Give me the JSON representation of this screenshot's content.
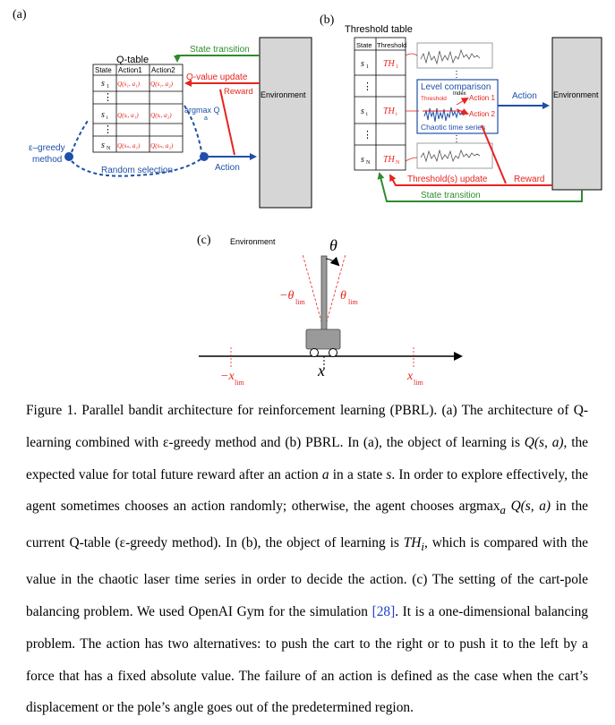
{
  "panels": {
    "a_label": "(a)",
    "b_label": "(b)",
    "c_label": "(c)"
  },
  "panel_a": {
    "qtable_title": "Q-table",
    "header": [
      "State",
      "Action1",
      "Action2"
    ],
    "rows": [
      {
        "state": "s",
        "sub": "1",
        "q1": "Q(s₁, a₁)",
        "q2": "Q(s₁, a₂)"
      },
      {
        "state": "⋮",
        "sub": "",
        "q1": "",
        "q2": ""
      },
      {
        "state": "s",
        "sub": "i",
        "q1": "Q(sᵢ, a₁)",
        "q2": "Q(sᵢ, a₂)"
      },
      {
        "state": "⋮",
        "sub": "",
        "q1": "",
        "q2": ""
      },
      {
        "state": "s",
        "sub": "N",
        "q1": "Q(sₙ, a₁)",
        "q2": "Q(sₙ, a₂)"
      }
    ],
    "state_transition": "State transition",
    "qvalue_update": "Q-value update",
    "reward": "Reward",
    "environment": "Environment",
    "argmax": "argmax Q",
    "argmax_sub": "a",
    "egreedy_line1": "ε–greedy",
    "egreedy_line2": "method",
    "random_selection": "Random selection",
    "action": "Action"
  },
  "panel_b": {
    "threshold_table_title": "Threshold table",
    "header": [
      "State",
      "Threshold"
    ],
    "rows": [
      {
        "state": "s",
        "sub": "1",
        "th": "TH",
        "thsub": "1"
      },
      {
        "state": "⋮",
        "sub": "",
        "th": "",
        "thsub": ""
      },
      {
        "state": "s",
        "sub": "i",
        "th": "TH",
        "thsub": "i"
      },
      {
        "state": "⋮",
        "sub": "",
        "th": "",
        "thsub": ""
      },
      {
        "state": "s",
        "sub": "N",
        "th": "TH",
        "thsub": "N"
      }
    ],
    "level_comparison": "Level comparison",
    "threshold": "Threshold",
    "index": "Index",
    "action1": "Action 1",
    "action2": "Action 2",
    "chaotic": "Chaotic time series",
    "action": "Action",
    "environment": "Environment",
    "thresholds_update": "Threshold(s) update",
    "reward": "Reward",
    "state_transition": "State transition"
  },
  "panel_c": {
    "environment": "Environment",
    "theta": "θ",
    "minus_theta": "−θ",
    "theta_sub": "lim",
    "x": "x",
    "minus_xlim": "−x",
    "xlim": "x",
    "x_sub": "lim"
  },
  "caption": {
    "p1": "Figure 1. Parallel bandit architecture for reinforcement learning (PBRL). (a) The architecture of Q-learning combined with ε-greedy method and (b) PBRL. In (a), the object of learning is ",
    "q_sa": "Q(s, a)",
    "p2": ", the expected value for total future reward after an action ",
    "a": "a",
    "p3": " in a state ",
    "s": "s",
    "p4": ". In order to explore effectively, the agent sometimes chooses an action randomly; otherwise, the agent chooses argmax",
    "argmax_sub": "a",
    "p5": " ",
    "q_sa2": "Q(s, a)",
    "p6": " in the current Q-table (ε-greedy method). In (b), the object of learning is ",
    "th": "TH",
    "th_sub": "i",
    "p7": ", which is compared with the value in the chaotic laser time series in order to decide the action. (c) The setting of the cart-pole balancing problem. We used OpenAI Gym for the simulation ",
    "ref": "[28]",
    "p8": ". It is a one-dimensional balancing problem. The action has two alternatives: to push the cart to the right or to push it to the left by a force that has a fixed absolute value. The failure of an action is defined as the case when the cart’s displacement or the pole’s angle goes out of the predetermined region."
  },
  "colors": {
    "green": "#2e8b2e",
    "red": "#e8231f",
    "blue": "#1f4fa8",
    "gray": "#d6d6d6"
  }
}
